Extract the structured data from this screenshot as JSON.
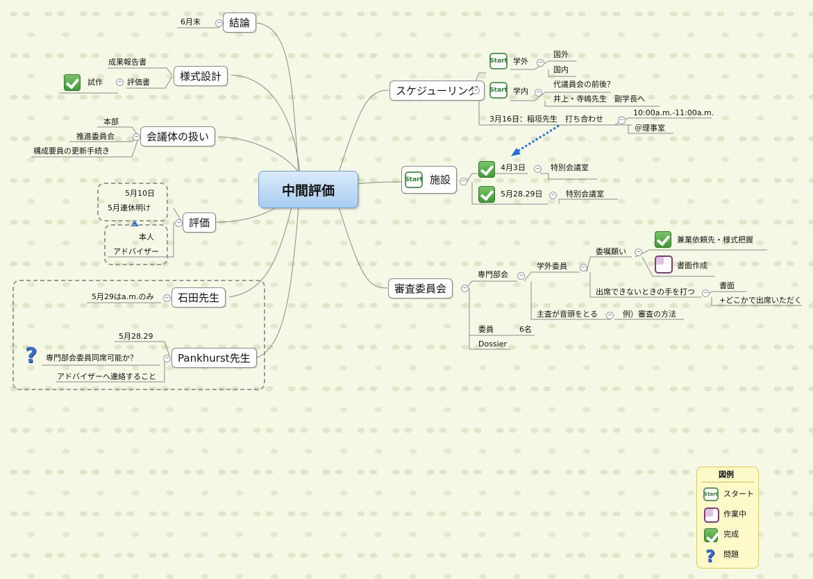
{
  "center": "中間評価",
  "left": {
    "ketsuron": {
      "label": "結論",
      "child": "6月末"
    },
    "yoshiki": {
      "label": "様式設計",
      "children": [
        "成果報告書",
        "評価書"
      ],
      "sub": "試作"
    },
    "kaigi": {
      "label": "会議体の扱い",
      "children": [
        "本部",
        "推進委員会",
        "構成要員の更新手続き"
      ]
    },
    "hyoka": {
      "label": "評価",
      "group1": [
        "5月10日",
        "5月連休明け"
      ],
      "group2": [
        "本人",
        "アドバイザー"
      ]
    },
    "ishida": {
      "label": "石田先生",
      "child": "5月29はa.m.のみ"
    },
    "pankhurst": {
      "label": "Pankhurst先生",
      "children": [
        "5月28.29",
        "専門部会委員同席可能か？",
        "アドバイザーへ連絡すること"
      ]
    }
  },
  "right": {
    "schedule": {
      "label": "スケジューリング",
      "gakugai": {
        "label": "学外",
        "children": [
          "国外",
          "国内"
        ]
      },
      "gakunai": {
        "label": "学内",
        "children": [
          "代議員会の前後？",
          "井上・寺嶋先生　副学長へ"
        ]
      },
      "meeting": {
        "label": "3月16日：稲垣先生　打ち合わせ",
        "children": [
          "10:00a.m.-11:00a.m.",
          "＠理事室"
        ]
      }
    },
    "shisetsu": {
      "label": "施設",
      "items": [
        {
          "date": "4月3日",
          "room": "特別会議室"
        },
        {
          "date": "5月28.29日",
          "room": "特別会議室"
        }
      ]
    },
    "shinsa": {
      "label": "審査委員会",
      "senmon": "専門部会",
      "gakugai_iin": "学外委員",
      "ishoku": "委嘱願い",
      "ishoku_children": [
        "兼業依頼先・様式把握",
        "書面作成"
      ],
      "shusseki": "出席できないときの手を打つ",
      "shusseki_children": [
        "書面",
        "+どこかで出席いただく"
      ],
      "shusa": "主査が音頭をとる",
      "shusa_child": "例）審査の方法",
      "iin": "委員",
      "iin_count": "6名",
      "dossier": "Dossier"
    }
  },
  "icons": {
    "start_text": "Start"
  },
  "legend": {
    "title": "図例",
    "items": [
      "スタート",
      "作業中",
      "完成",
      "問題"
    ]
  }
}
